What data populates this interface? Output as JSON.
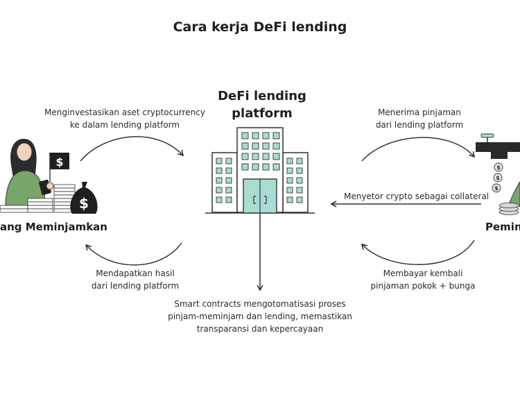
{
  "title": "Cara kerja DeFi lending",
  "platform": {
    "line1": "DeFi lending",
    "line2": "platform"
  },
  "lender": {
    "label": "ang Meminjamkan"
  },
  "borrower": {
    "label": "Pemin"
  },
  "flows": {
    "invest": {
      "line1": "Menginvestasikan aset cryptocurrency",
      "line2": "ke dalam lending platform"
    },
    "earn": {
      "line1": "Mendapatkan hasil",
      "line2": "dari lending platform"
    },
    "receive": {
      "line1": "Menerima pinjaman",
      "line2": "dari lending platform"
    },
    "collateral": {
      "text": "Menyetor crypto sebagai collateral"
    },
    "repay": {
      "line1": "Membayar kembali",
      "line2": "pinjaman pokok + bunga"
    }
  },
  "smart_contracts": {
    "line1": "Smart contracts mengotomatisasi proses",
    "line2": "pinjam-meminjam dan lending, memastikan",
    "line3": "transparansi dan kepercayaan"
  },
  "colors": {
    "accent": "#a9dcd3",
    "person_green": "#7aa56b",
    "ink": "#2a2a2a"
  }
}
